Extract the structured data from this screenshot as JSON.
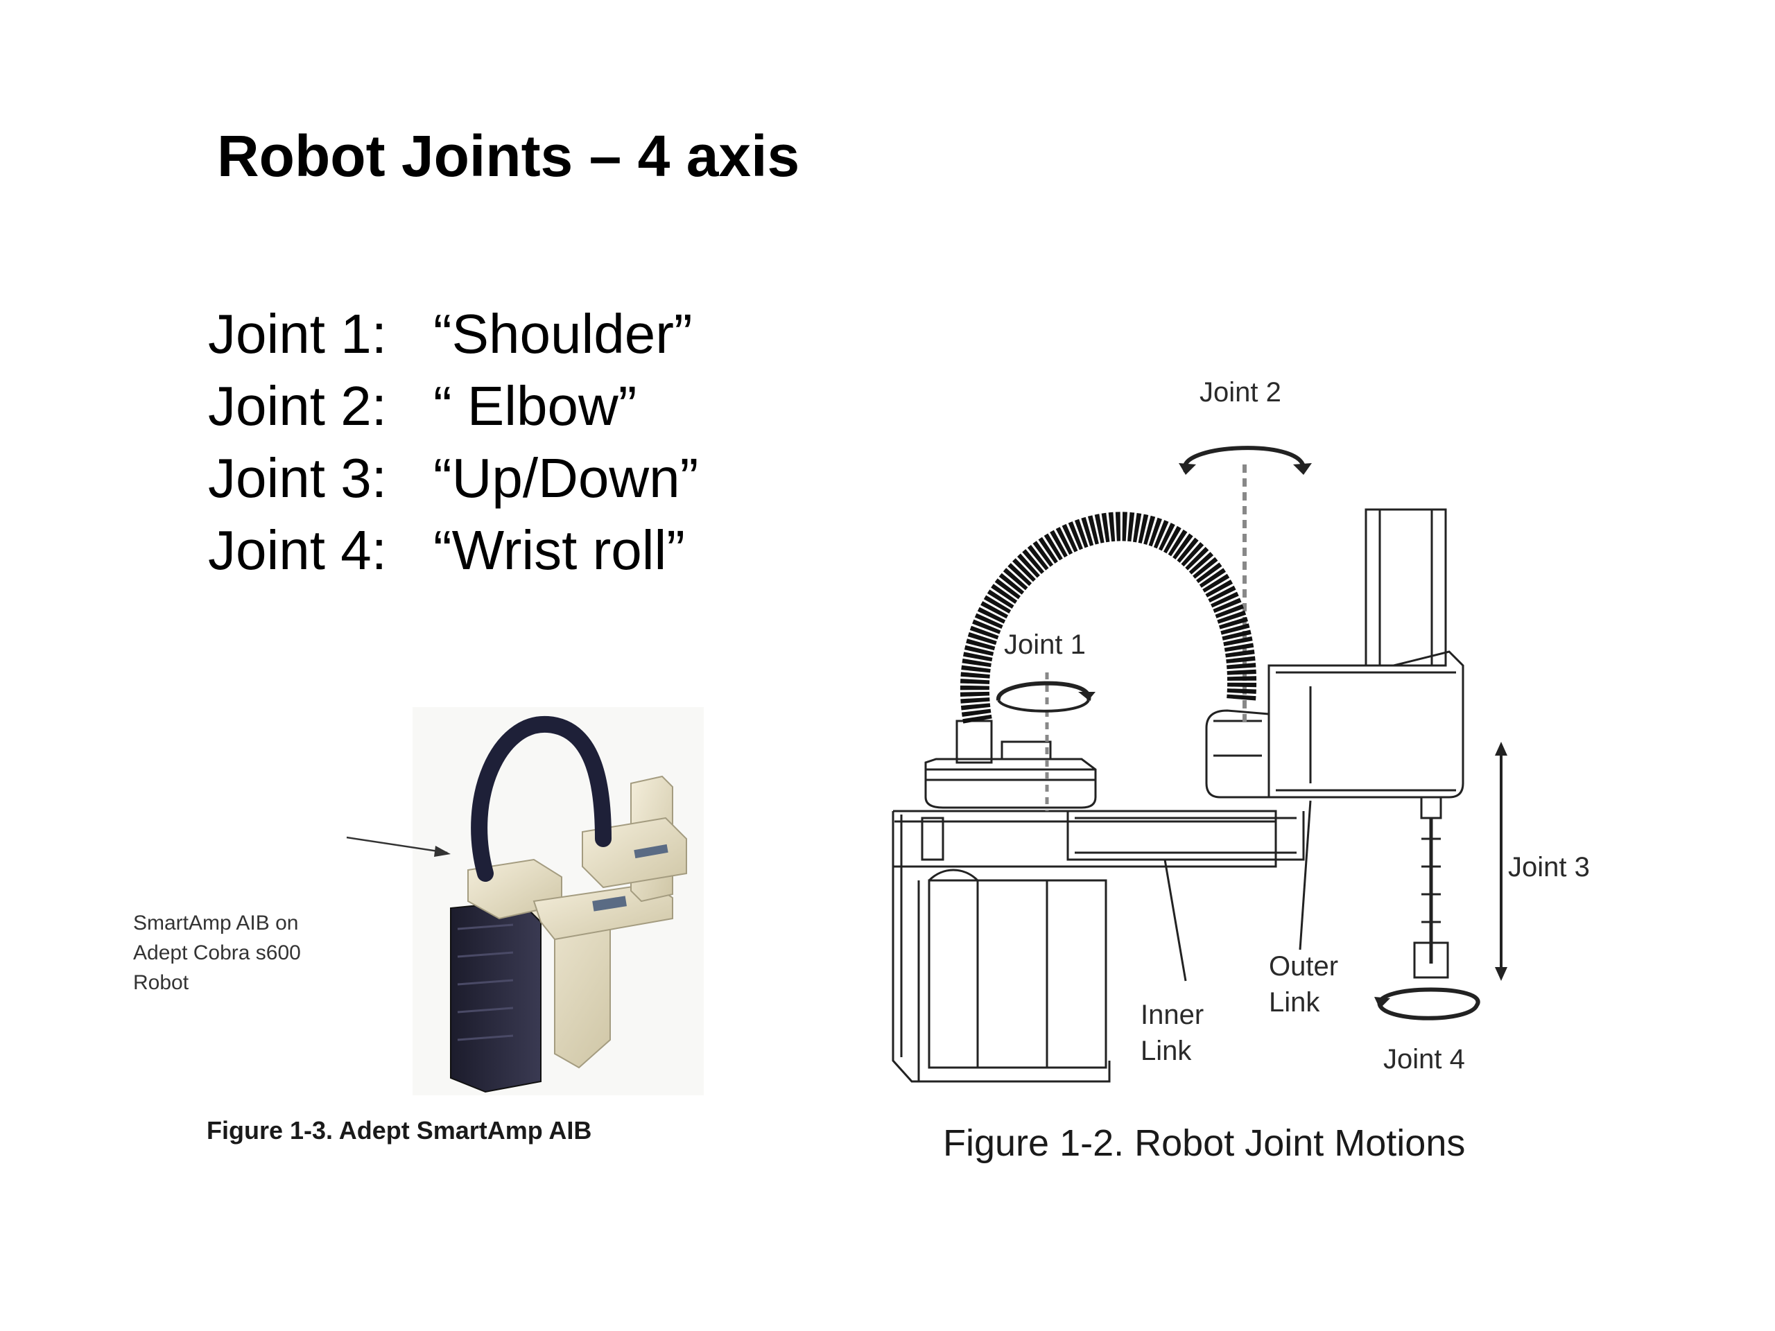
{
  "slide": {
    "title": "Robot Joints – 4 axis",
    "joints": [
      {
        "label": "Joint 1:",
        "name": "“Shoulder”"
      },
      {
        "label": "Joint 2:",
        "name": "“ Elbow”"
      },
      {
        "label": "Joint 3:",
        "name": "“Up/Down”"
      },
      {
        "label": "Joint 4:",
        "name": "“Wrist roll”"
      }
    ]
  },
  "figure_left": {
    "caption": "Figure 1-3. Adept SmartAmp AIB",
    "callout_lines": [
      "SmartAmp AIB on",
      "Adept Cobra s600",
      "Robot"
    ]
  },
  "figure_right": {
    "caption": "Figure 1-2. Robot Joint Motions",
    "labels": {
      "joint1": "Joint 1",
      "joint2": "Joint 2",
      "joint3": "Joint 3",
      "joint4": "Joint 4",
      "inner_link": [
        "Inner",
        "Link"
      ],
      "outer_link": [
        "Outer",
        "Link"
      ]
    }
  }
}
